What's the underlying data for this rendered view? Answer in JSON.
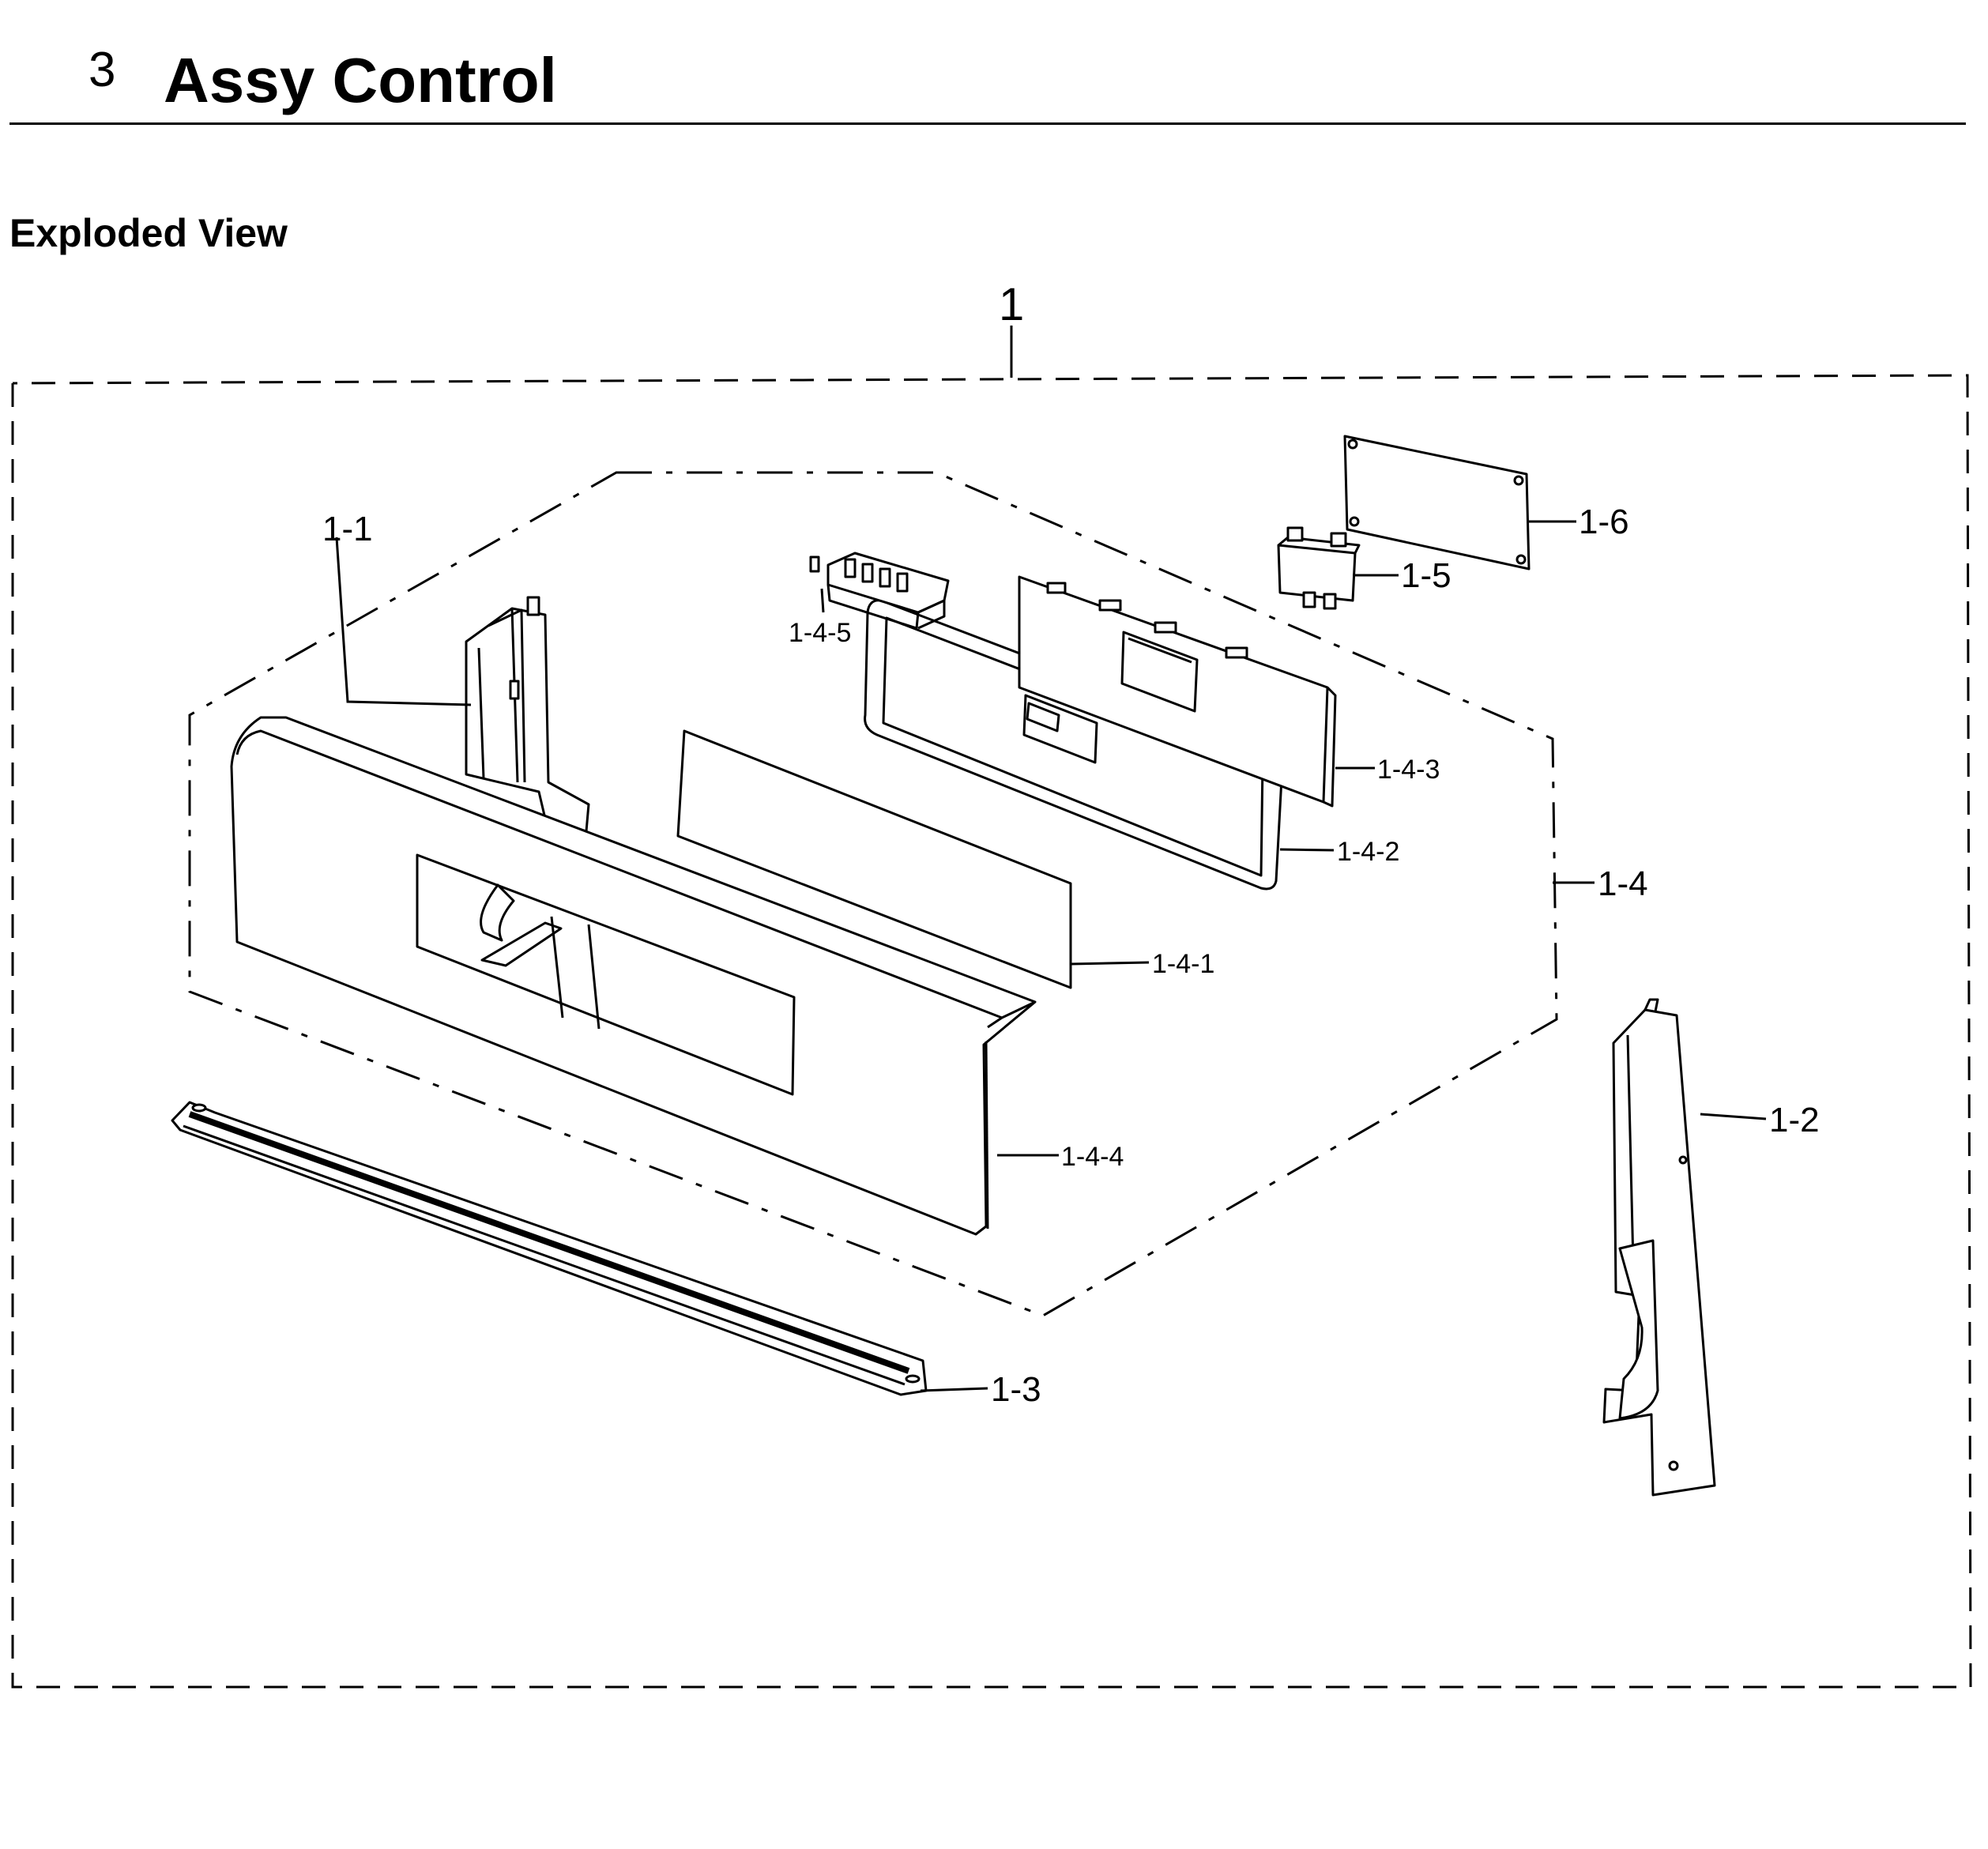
{
  "page": {
    "section_number": "3",
    "section_title": "Assy Control",
    "subtitle": "Exploded View"
  },
  "diagram": {
    "labels": {
      "assembly": "1",
      "part_1_1": "1-1",
      "part_1_2": "1-2",
      "part_1_3": "1-3",
      "part_1_4": "1-4",
      "part_1_4_1": "1-4-1",
      "part_1_4_2": "1-4-2",
      "part_1_4_3": "1-4-3",
      "part_1_4_4": "1-4-4",
      "part_1_4_5": "1-4-5",
      "part_1_5": "1-5",
      "part_1_6": "1-6"
    }
  }
}
